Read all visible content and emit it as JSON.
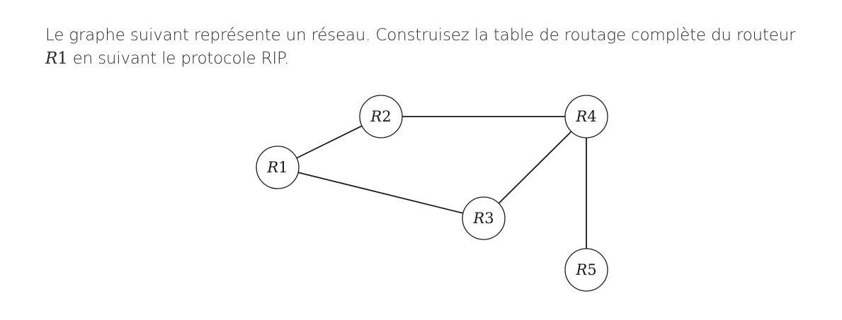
{
  "question": {
    "line1": "Le graphe suivant représente un réseau. Construisez la table de routage complète du routeur",
    "router_letter": "R",
    "router_number": "1",
    "line2_rest": " en suivant le protocole RIP."
  },
  "diagram": {
    "nodes": [
      {
        "id": "R1",
        "letter": "R",
        "number": "1"
      },
      {
        "id": "R2",
        "letter": "R",
        "number": "2"
      },
      {
        "id": "R3",
        "letter": "R",
        "number": "3"
      },
      {
        "id": "R4",
        "letter": "R",
        "number": "4"
      },
      {
        "id": "R5",
        "letter": "R",
        "number": "5"
      }
    ],
    "edges": [
      {
        "from": "R1",
        "to": "R2"
      },
      {
        "from": "R1",
        "to": "R3"
      },
      {
        "from": "R2",
        "to": "R4"
      },
      {
        "from": "R3",
        "to": "R4"
      },
      {
        "from": "R4",
        "to": "R5"
      }
    ]
  }
}
